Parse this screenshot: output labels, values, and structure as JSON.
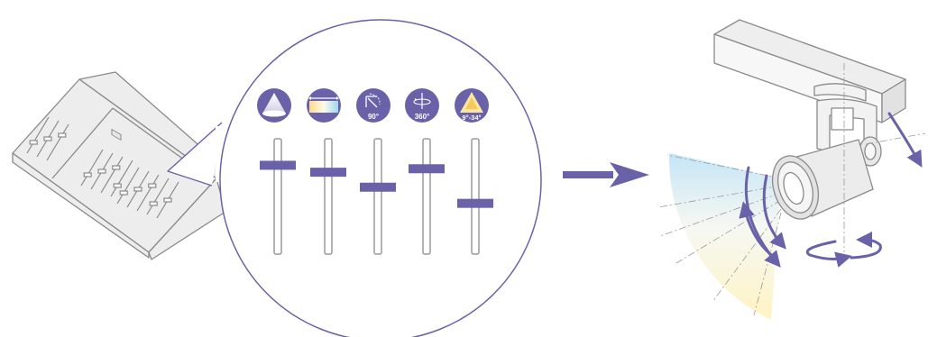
{
  "colors": {
    "accent": "#6a62a8",
    "outline": "#8a8a8a",
    "panel_fill": "#ededed",
    "light_warm": "#fff5c8",
    "light_cool": "#bfe3f7"
  },
  "controls": [
    {
      "icon": "spotlight-icon",
      "label": "",
      "level": 0.77
    },
    {
      "icon": "color-temperature-icon",
      "label": "",
      "level": 0.71
    },
    {
      "icon": "tilt-angle-icon",
      "label": "90°",
      "level": 0.58
    },
    {
      "icon": "pan-rotation-icon",
      "label": "360°",
      "level": 0.74
    },
    {
      "icon": "beam-angle-icon",
      "label": "9°-34°",
      "level": 0.44
    }
  ]
}
